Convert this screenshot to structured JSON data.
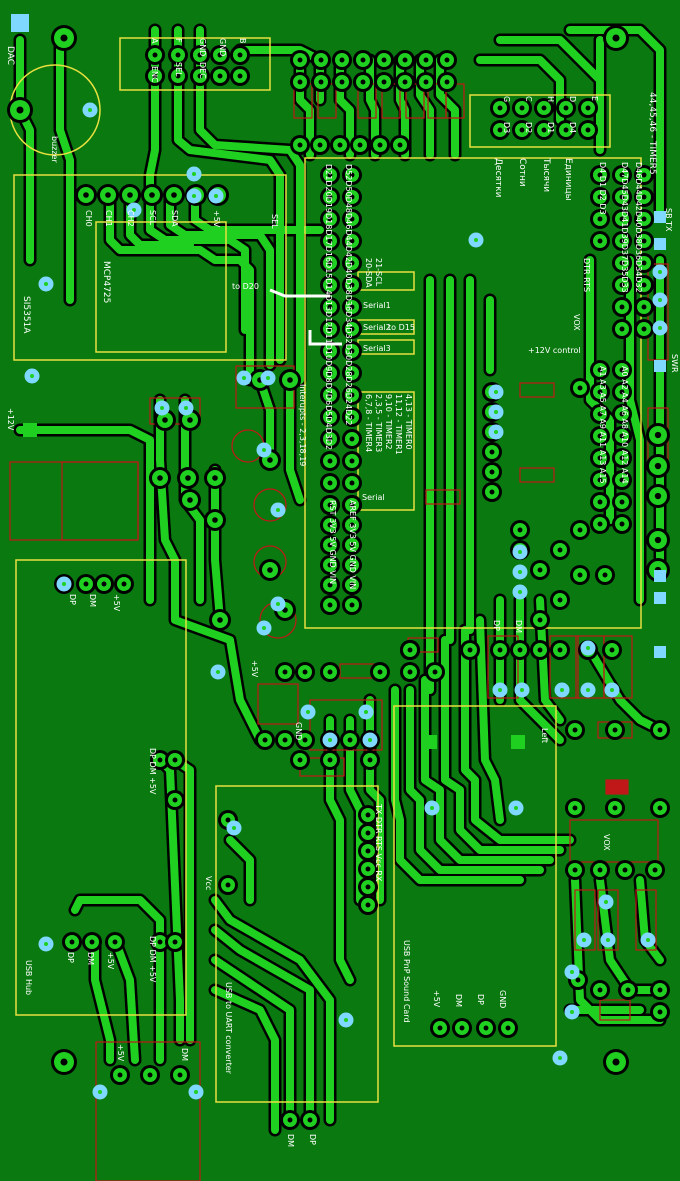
{
  "colors": {
    "board": "#0a7a10",
    "copper": "#1fd020",
    "pad": "#1fd020",
    "pad_hole": "#000000",
    "via": "#7fd8ff",
    "silk_outline": "#e8e040",
    "component_outline": "#c01818",
    "text": "#ffffff"
  },
  "labels": {
    "dac": "DAC",
    "buzzer": "buzzer",
    "si5351": "SI5351A",
    "mcp4725": "MCP4725",
    "encoder_a": "A",
    "encoder_enc": "ENC",
    "encoder_f": "F",
    "encoder_sel": "SEL",
    "encoder_dec": "DEC",
    "encoder_gnd": "GND",
    "encoder_gnd2": "GND",
    "encoder_b": "B",
    "seg_g": "G",
    "seg_c": "C",
    "seg_h": "H",
    "seg_d": "D",
    "seg_e": "E",
    "digit_d3": "D3",
    "digit_d2": "D2",
    "digit_d1": "D1",
    "digit_d4": "D4",
    "units": "Единицы",
    "thousands": "Тысячи",
    "hundreds": "Сотни",
    "tens": "Десятки",
    "timers_top": "44,45,46 - TIMER5",
    "sb_tx": "SB TX",
    "swr": "SWR",
    "ch0": "CH0",
    "ch1": "CH1",
    "ch2": "CH2",
    "scl": "SCL",
    "sda": "SDA",
    "plus5v": "+5V",
    "sel_side": "SEL",
    "to_d20": "to D20",
    "to_d15": "to D15",
    "sda21": "20-SDA",
    "scl21": "21-SCL",
    "serial1": "Serial1",
    "serial2": "Serial2",
    "serial3": "Serial3",
    "serial": "Serial",
    "timer0": "4,13 - TIMER0",
    "timer2": "11,12 - TIMER1",
    "timer1": "9,10 - TIMER2",
    "timer3": "2,3,5 - TIMER3",
    "timer4": "6,7,8 - TIMER4",
    "interrupts": "Interupts - 2,3,18,19",
    "plus12v": "+12V",
    "plus12v_control": "+12V control",
    "vox": "VOX",
    "dtr_rts": "DTR RTS",
    "left": "Left",
    "usb_hub": "USB Hub",
    "usb_uart": "USB to UART converter",
    "usb_sound": "USB PnP Sound Card",
    "dp": "DP",
    "dm": "DM",
    "dp_dm_5v": "DP DM +5V",
    "vcc": "Vcc",
    "uart_pins": "TX DTR RTS Vcc RX",
    "gnd": "GND",
    "plus5v_b": "+5V",
    "a_pins": "A0 A2 A4 A6 A8 A10 A12 A14",
    "a_pins2": "A1 A3 A5 A7 A9 A11 A13 A15",
    "mega_left": "RST 3V3 5V GND VIN",
    "mega_right": "AREF 3V3 5V GND VIN",
    "mega_tx": "TX",
    "mega_rx": "RX",
    "d_row1": "D52D50D48D46D44D42D40D38D36D34D32D30D28D26D24D22",
    "d_row2": "D53D51D49D47D45D43D41D39D37D35D33D31D29D27D25D23",
    "d_low": "D21D20D19D18D17D16D15D14D13D12D11D10D9D8D7D6D5D4D3D2",
    "digits_top": "D4 D1 D2 D3",
    "d_pins_top": "D47D45D43D41D39D37D35D33",
    "d_pins_top2": "D46D44D42D40D38D36D34D32"
  }
}
